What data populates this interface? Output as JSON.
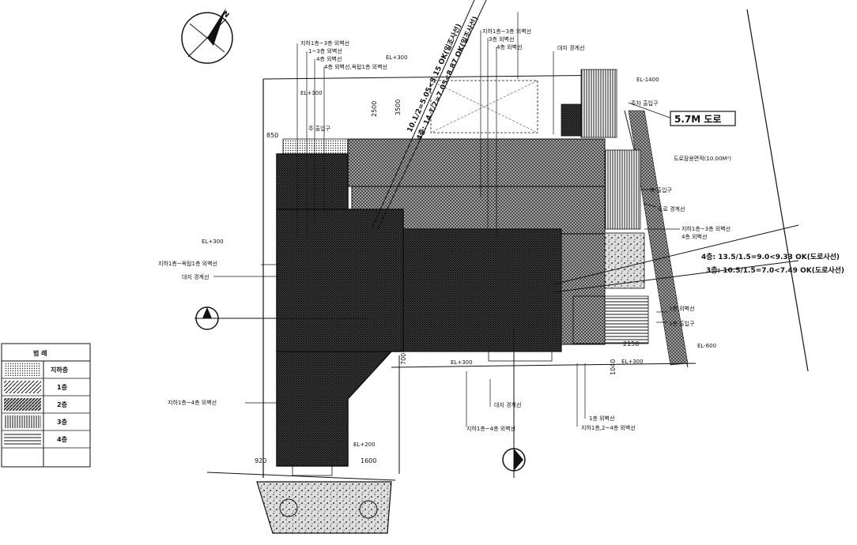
{
  "north_label": "N",
  "road": {
    "label": "5.7M 도로"
  },
  "site_labels": {
    "boundary_top": "대지 경계선",
    "boundary_left": "대지 경계선",
    "boundary_bottom": "대지 경계선",
    "boundary_right": "도로 경계선",
    "entrance_main": "주 출입구",
    "entrance_parking": "주차 출입구",
    "entrance_secondary": "1층 출입구",
    "entrance_side": "측 출입구",
    "road_area": "도로잠용면적(10.00M²)"
  },
  "setback_labels": {
    "a1": "지하1층~3층 외벽선",
    "a2": "1~3층 외벽선",
    "a3": "4층 외벽선",
    "a4": "4층 외벽선,옥탑1층 외벽선",
    "b1": "지하1층~3층 외벽선",
    "b2": "3층 외벽선",
    "b3": "4층 외벽선",
    "c1": "지하1층~옥탑1층 외벽선",
    "c2": "지하1층~4층 외벽선",
    "d1": "지하1층~3층 외벽선",
    "d2": "4층 외벽선",
    "e1": "1층 외벽선",
    "f1": "1층 외벽선",
    "f2": "지하1층,2~4층 외벽선",
    "g1": "지하1층~4층 외벽선"
  },
  "calc_lines": {
    "top_a": "10.1/2=5.05<3.15 OK(일조사선)",
    "top_b": "4층: 14.1/2=7.05<8.87 OK(일조사선)",
    "right_a": "4층: 13.5/1.5=9.0<9.33 OK(도로사선)",
    "right_b": "3층: 10.5/1.5=7.0<7.49 OK(도로사선)"
  },
  "levels": {
    "l1": "EL+300",
    "l2": "EL+300",
    "l3": "EL+300",
    "l4": "EL+200",
    "l5": "EL-1400",
    "l6": "EL-600",
    "l7": "EL+300",
    "l8": "EL+300"
  },
  "dimensions": {
    "d850": "850",
    "d2500": "2500",
    "d3500": "3500",
    "d920": "920",
    "d1600": "1600",
    "d1040": "1040",
    "d700": "700",
    "d2150": "2150"
  },
  "legend": {
    "title": "범 례",
    "rows": [
      "지하층",
      "1층",
      "2층",
      "3층",
      "4층",
      ""
    ]
  }
}
